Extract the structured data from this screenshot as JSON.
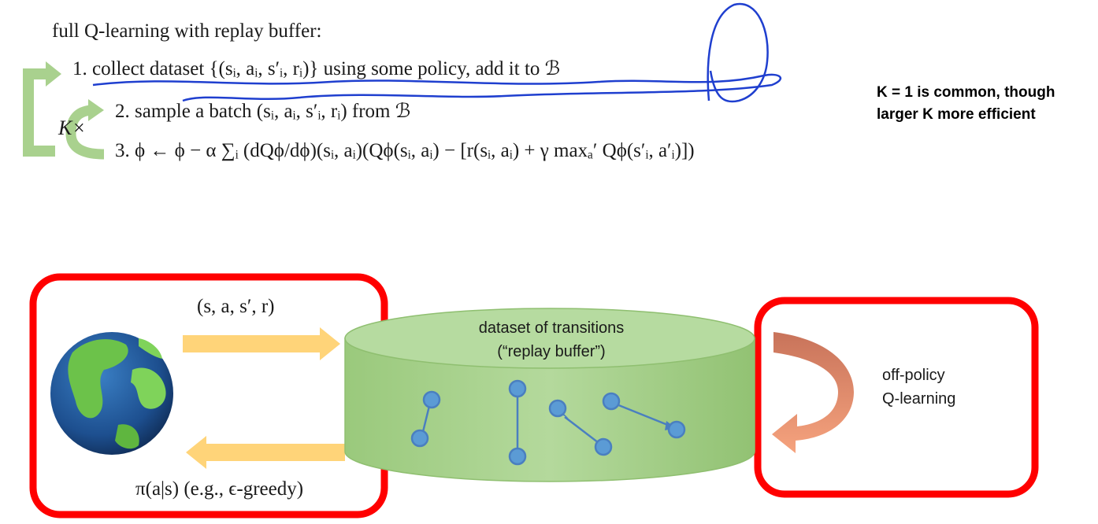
{
  "algorithm": {
    "title": "full Q-learning with replay buffer:",
    "steps": [
      {
        "number": "1.",
        "text": "collect dataset {(sᵢ, aᵢ, s′ᵢ, rᵢ)} using some policy, add it to ℬ"
      },
      {
        "number": "2.",
        "text": "sample a batch (sᵢ, aᵢ, s′ᵢ, rᵢ) from ℬ"
      },
      {
        "number": "3.",
        "text": "ϕ ← ϕ − α ∑ᵢ (dQϕ/dϕ)(sᵢ, aᵢ)(Qϕ(sᵢ, aᵢ) − [r(sᵢ, aᵢ) + γ maxₐ′ Qϕ(s′ᵢ, a′ᵢ)])"
      }
    ],
    "inner_loop_label": "K×"
  },
  "note": "K = 1 is common, though larger K more efficient",
  "diagram": {
    "transition_label": "(s, a, s′, r)",
    "policy_label": "π(a|s) (e.g., ϵ-greedy)",
    "buffer_label_line1": "dataset of transitions",
    "buffer_label_line2": "(“replay buffer”)",
    "learner_label_line1": "off-policy",
    "learner_label_line2": "Q-learning",
    "colors": {
      "box_border": "#ff0000",
      "cylinder_fill": "#a9d18e",
      "arrow_fill": "#ffd479",
      "curved_arrow": "#f4a582",
      "loop_arrow": "#a9d18e",
      "point_fill": "#5b9bd5",
      "annotation_ink": "#1f3fcf"
    },
    "icons": [
      "globe-icon"
    ]
  }
}
